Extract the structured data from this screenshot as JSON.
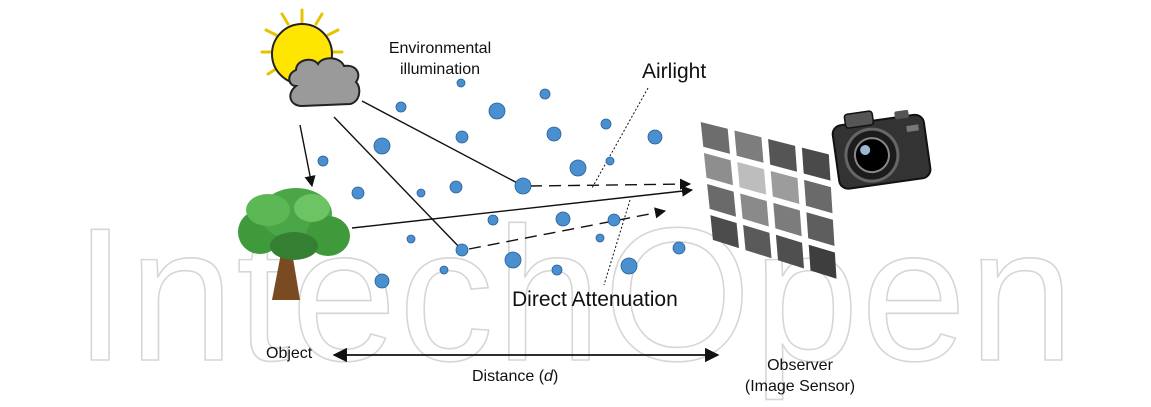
{
  "labels": {
    "illumination_line1": "Environmental",
    "illumination_line2": "illumination",
    "airlight": "Airlight",
    "direct_attenuation": "Direct Attenuation",
    "object": "Object",
    "observer_line1": "Observer",
    "observer_line2": "(Image Sensor)",
    "distance_prefix": "Distance (",
    "distance_var": "d",
    "distance_suffix": ")"
  },
  "watermark": "IntechOpen",
  "icons": [
    "sun-icon",
    "cloud-icon",
    "tree-icon",
    "camera-icon",
    "image-sensor-grid"
  ],
  "colors": {
    "particle": "#4a8fd0",
    "sun": "#ffe600",
    "cloud": "#9a9a9a",
    "tree_foliage": "#3f9a3c",
    "tree_trunk": "#7a4a22",
    "watermark": "#d8d8d8"
  }
}
